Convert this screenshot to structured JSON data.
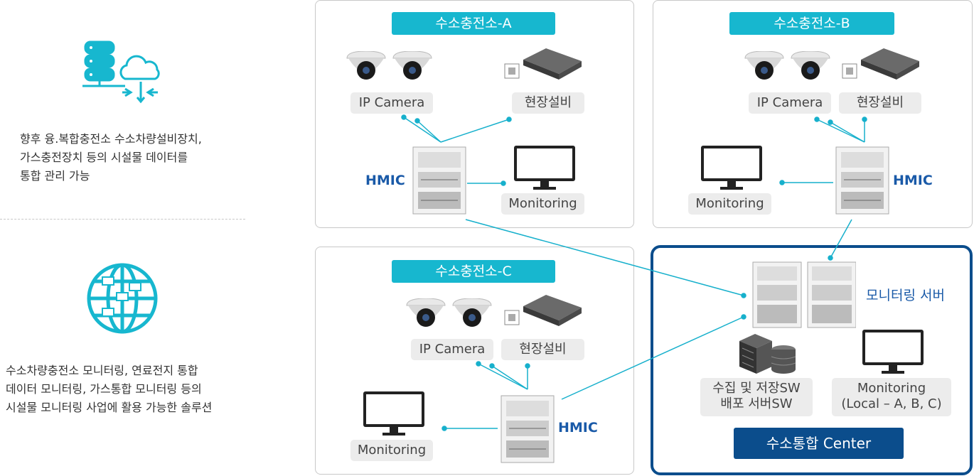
{
  "left": {
    "server_cloud_icon": "server-cloud-icon",
    "text1": [
      "향후 융.복합충전소 수소차량설비장치,",
      "가스충전장치 등의 시설물 데이터를",
      "통합 관리  가능"
    ],
    "globe_icon": "globe-network-icon",
    "text2": [
      "수소차량충전소 모니터링, 연료전지 통합",
      "데이터 모니터링, 가스통합 모니터링 등의",
      "시설물 모니터링 사업에 활용 가능한 솔루션"
    ]
  },
  "station_a": {
    "title": "수소충전소-A",
    "camera_label": "IP Camera",
    "device_label": "현장설비",
    "hmic_label": "HMIC",
    "monitor_label": "Monitoring"
  },
  "station_b": {
    "title": "수소충전소-B",
    "camera_label": "IP Camera",
    "device_label": "현장설비",
    "hmic_label": "HMIC",
    "monitor_label": "Monitoring"
  },
  "station_c": {
    "title": "수소충전소-C",
    "camera_label": "IP Camera",
    "device_label": "현장설비",
    "hmic_label": "HMIC",
    "monitor_label": "Monitoring"
  },
  "center": {
    "server_label": "모니터링 서버",
    "sw_label_line1": "수집 및 저장SW",
    "sw_label_line2": "배포 서버SW",
    "monitor_line1": "Monitoring",
    "monitor_line2": "(Local  –  A, B, C)",
    "button": "수소통합 Center"
  },
  "colors": {
    "accent_cyan": "#17b7cf",
    "navy": "#0b4d8c",
    "label_blue": "#1a5aa8",
    "line": "#17b0cc"
  }
}
